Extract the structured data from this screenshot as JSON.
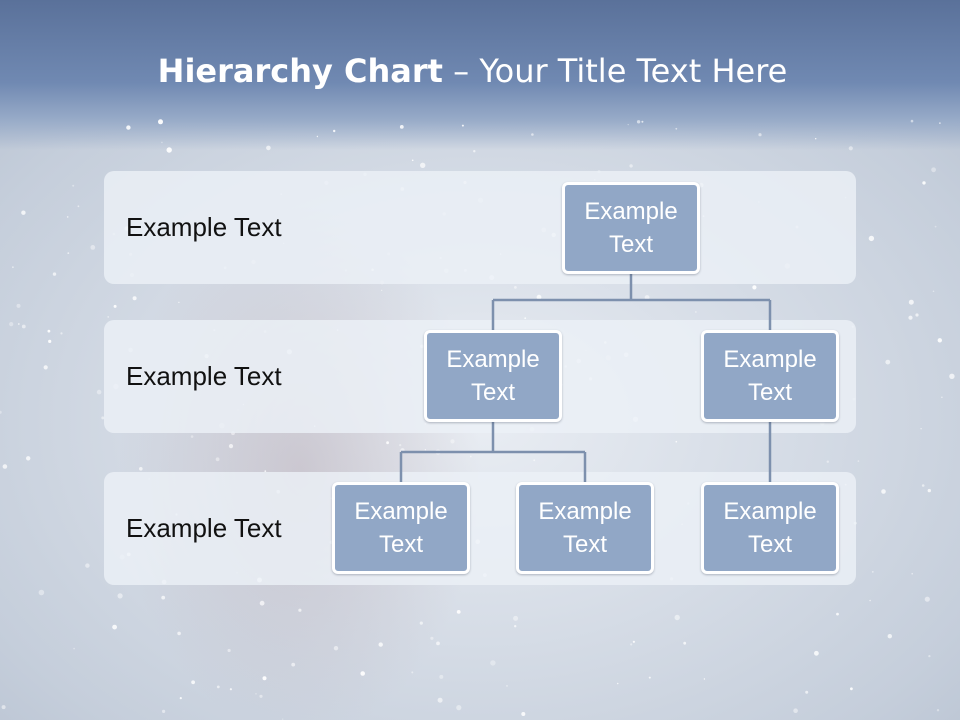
{
  "title": {
    "bold": "Hierarchy Chart",
    "rest": " – Your Title Text Here"
  },
  "rows": [
    {
      "label": "Example Text"
    },
    {
      "label": "Example Text"
    },
    {
      "label": "Example Text"
    }
  ],
  "nodes": {
    "root": "Example Text",
    "level2_left": "Example Text",
    "level2_right": "Example Text",
    "level3_left": "Example Text",
    "level3_middle": "Example Text",
    "level3_right": "Example Text"
  },
  "colors": {
    "node_fill": "#91a7c6",
    "node_border": "#ffffff",
    "connector": "#7d90ad",
    "title_band": "#6a83ad"
  }
}
